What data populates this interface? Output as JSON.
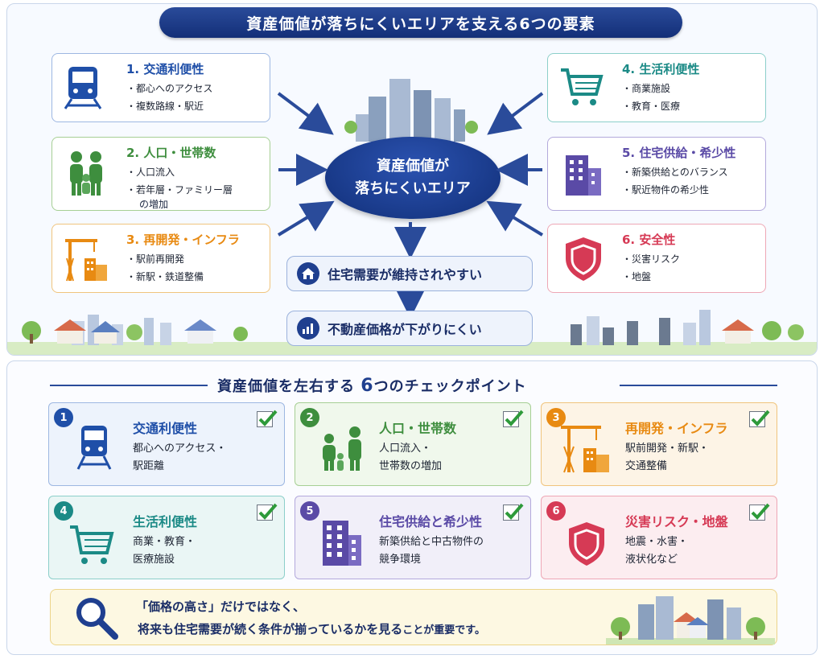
{
  "top": {
    "title": "資産価値が落ちにくいエリアを支える6つの要素",
    "center": {
      "line1": "資産価値が",
      "line2": "落ちにくいエリア"
    },
    "outcome1": "住宅需要が維持されやすい",
    "outcome2": "不動産価格が下がりにくい",
    "factors": [
      {
        "title": "1. 交通利便性",
        "bullets": [
          "都心へのアクセス",
          "複数路線・駅近"
        ],
        "color": "#1f4fa8",
        "icon": "train-icon"
      },
      {
        "title": "2. 人口・世帯数",
        "bullets": [
          "人口流入",
          "若年層・ファミリー層の増加"
        ],
        "bullet2_line1": "若年層・ファミリー層",
        "bullet2_line2": "の増加",
        "color": "#3e8e3e",
        "icon": "family-icon"
      },
      {
        "title": "3. 再開発・インフラ",
        "bullets": [
          "駅前再開発",
          "新駅・鉄道整備"
        ],
        "color": "#e88a12",
        "icon": "crane-icon"
      },
      {
        "title": "4. 生活利便性",
        "bullets": [
          "商業施設",
          "教育・医療"
        ],
        "color": "#1b8a86",
        "icon": "cart-icon"
      },
      {
        "title": "5. 住宅供給・希少性",
        "bullets": [
          "新築供給とのバランス",
          "駅近物件の希少性"
        ],
        "color": "#5a4aa6",
        "icon": "building-icon"
      },
      {
        "title": "6. 安全性",
        "bullets": [
          "災害リスク",
          "地盤"
        ],
        "color": "#d63a55",
        "icon": "shield-icon"
      }
    ]
  },
  "bottom": {
    "title_pre": "資産価値を左右する",
    "title_num": "6",
    "title_post": "つのチェックポイント",
    "checks": [
      {
        "num": "1",
        "title": "交通利便性",
        "line1": "都心へのアクセス・",
        "line2": "駅距離",
        "color": "#1f4fa8",
        "bg": "#edf3fc",
        "border": "#9db7e2",
        "icon": "train-icon"
      },
      {
        "num": "2",
        "title": "人口・世帯数",
        "line1": "人口流入・",
        "line2": "世帯数の増加",
        "color": "#3e8e3e",
        "bg": "#f0f8ec",
        "border": "#a6cf94",
        "icon": "family-icon"
      },
      {
        "num": "3",
        "title": "再開発・インフラ",
        "line1": "駅前開発・新駅・",
        "line2": "交通整備",
        "color": "#e88a12",
        "bg": "#fdf4e6",
        "border": "#f0c47d",
        "icon": "crane-icon"
      },
      {
        "num": "4",
        "title": "生活利便性",
        "line1": "商業・教育・",
        "line2": "医療施設",
        "color": "#1b8a86",
        "bg": "#eaf6f5",
        "border": "#8ccfca",
        "icon": "cart-icon"
      },
      {
        "num": "5",
        "title": "住宅供給と希少性",
        "line1": "新築供給と中古物件の",
        "line2": "競争環境",
        "color": "#5a4aa6",
        "bg": "#f1eff9",
        "border": "#b3a9dc",
        "icon": "building-icon"
      },
      {
        "num": "6",
        "title": "災害リスク・地盤",
        "line1": "地震・水害・",
        "line2": "液状化など",
        "color": "#d63a55",
        "bg": "#fcedf0",
        "border": "#eea7b5",
        "icon": "shield-icon"
      }
    ],
    "note_line1": "「価格の高さ」だけではなく、",
    "note_line2_main": "将来も住宅需要が続く条件が揃っているかを見る",
    "note_line2_small": "ことが重要です。"
  }
}
